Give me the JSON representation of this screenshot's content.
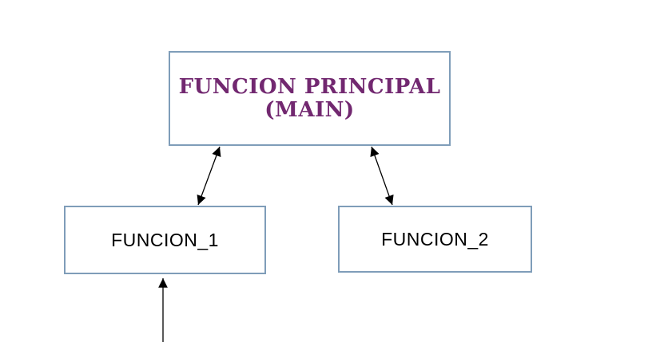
{
  "diagram": {
    "nodes": {
      "main": {
        "label_line1": "FUNCION PRINCIPAL",
        "label_line2": "(MAIN)"
      },
      "funcion1": {
        "label": "FUNCION_1"
      },
      "funcion2": {
        "label": "FUNCION_2"
      }
    },
    "connectors": [
      {
        "name": "main-funcion1",
        "type": "bidirectional-arrow"
      },
      {
        "name": "main-funcion2",
        "type": "bidirectional-arrow"
      },
      {
        "name": "bottom-funcion1",
        "type": "single-arrow-up"
      }
    ],
    "colors": {
      "background": "#ffffff",
      "box_border": "#7f9db9",
      "main_text": "#722870",
      "sub_text": "#000000",
      "connector": "#000000"
    }
  }
}
